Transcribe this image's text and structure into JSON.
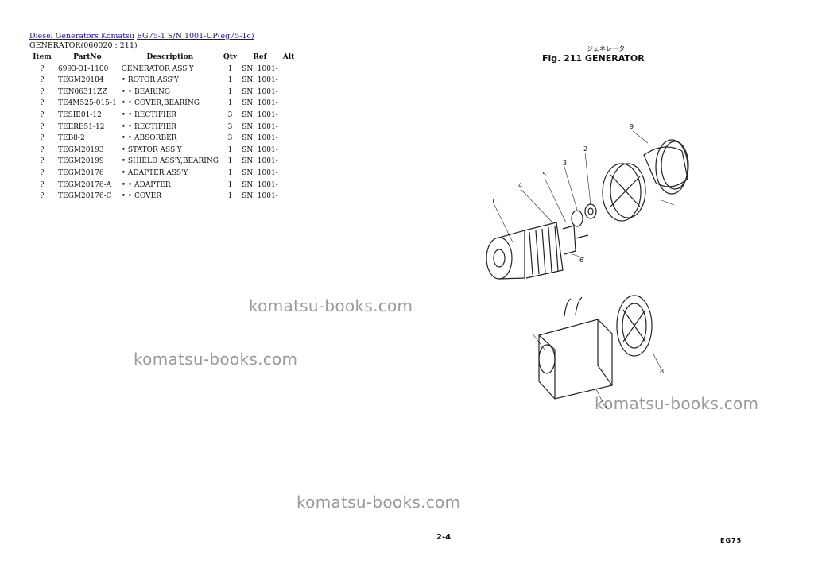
{
  "breadcrumb": {
    "link1": "Diesel Generators Komatsu",
    "link2": "EG75-1 S/N 1001-UP(eg75-1c)"
  },
  "section_title": "GENERATOR(060020 : 211)",
  "table": {
    "headers": [
      "Item",
      "PartNo",
      "Description",
      "Qty",
      "Ref",
      "Alt"
    ],
    "rows": [
      {
        "item": "?",
        "part_no": "6993-31-1100",
        "description": "GENERATOR ASS'Y",
        "qty": "1",
        "ref": "SN: 1001-"
      },
      {
        "item": "?",
        "part_no": "TEGM20184",
        "description": "• ROTOR ASS'Y",
        "qty": "1",
        "ref": "SN: 1001-"
      },
      {
        "item": "?",
        "part_no": "TEN06311ZZ",
        "description": "• • BEARING",
        "qty": "1",
        "ref": "SN: 1001-"
      },
      {
        "item": "?",
        "part_no": "TE4M525-015-1",
        "description": "• • COVER,BEARING",
        "qty": "1",
        "ref": "SN: 1001-"
      },
      {
        "item": "?",
        "part_no": "TESIE01-12",
        "description": "• • RECTIFIER",
        "qty": "3",
        "ref": "SN: 1001-"
      },
      {
        "item": "?",
        "part_no": "TEERE51-12",
        "description": "• • RECTIFIER",
        "qty": "3",
        "ref": "SN: 1001-"
      },
      {
        "item": "?",
        "part_no": "TEB8-2",
        "description": "• • ABSORBER",
        "qty": "3",
        "ref": "SN: 1001-"
      },
      {
        "item": "?",
        "part_no": "TEGM20193",
        "description": "• STATOR ASS'Y",
        "qty": "1",
        "ref": "SN: 1001-"
      },
      {
        "item": "?",
        "part_no": "TEGM20199",
        "description": "• SHIELD ASS'Y,BEARING",
        "qty": "1",
        "ref": "SN: 1001-"
      },
      {
        "item": "?",
        "part_no": "TEGM20176",
        "description": "• ADAPTER ASS'Y",
        "qty": "1",
        "ref": "SN: 1001-"
      },
      {
        "item": "?",
        "part_no": "TEGM20176-A",
        "description": "• • ADAPTER",
        "qty": "1",
        "ref": "SN: 1001-"
      },
      {
        "item": "?",
        "part_no": "TEGM20176-C",
        "description": "• • COVER",
        "qty": "1",
        "ref": "SN: 1001-"
      }
    ]
  },
  "watermark": "komatsu-books.com",
  "figure": {
    "title": "Fig. 211  GENERATOR",
    "japanese": "ジェネレータ",
    "callouts": [
      "1",
      "2",
      "3",
      "4",
      "5",
      "6",
      "7",
      "8",
      "9"
    ]
  },
  "footer": {
    "page_number": "2-4",
    "model_code": "EG75"
  }
}
